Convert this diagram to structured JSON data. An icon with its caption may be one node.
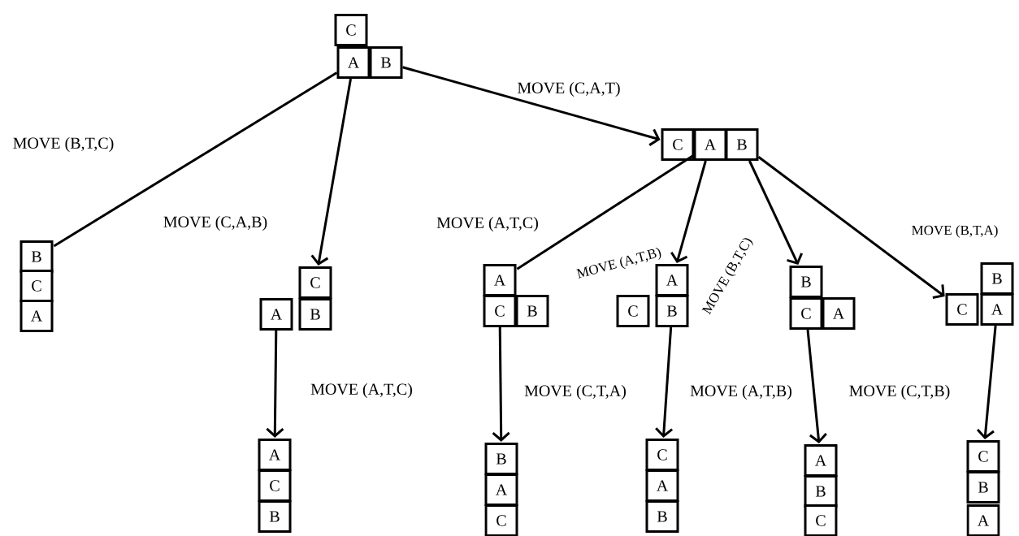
{
  "diagram": {
    "nodes": [
      {
        "text": [
          "C"
        ]
      },
      {
        "text": [
          "A"
        ]
      },
      {
        "text": [
          "B"
        ]
      },
      {
        "text": [
          "B"
        ]
      },
      {
        "text": [
          "C"
        ]
      },
      {
        "text": [
          "A"
        ]
      },
      {
        "text": [
          "C"
        ]
      },
      {
        "text": [
          "A"
        ]
      },
      {
        "text": [
          "B"
        ]
      },
      {
        "text": [
          "C"
        ]
      },
      {
        "text": [
          "A"
        ]
      },
      {
        "text": [
          "B"
        ]
      },
      {
        "text": [
          "A"
        ]
      },
      {
        "text": [
          "C"
        ]
      },
      {
        "text": [
          "B"
        ]
      },
      {
        "text": [
          "A"
        ]
      },
      {
        "text": [
          "C"
        ]
      },
      {
        "text": [
          "B"
        ]
      },
      {
        "text": [
          "B"
        ]
      },
      {
        "text": [
          "C"
        ]
      },
      {
        "text": [
          "A"
        ]
      },
      {
        "text": [
          "B"
        ]
      },
      {
        "text": [
          "C"
        ]
      },
      {
        "text": [
          "A"
        ]
      },
      {
        "text": [
          "A"
        ]
      },
      {
        "text": [
          "C"
        ]
      },
      {
        "text": [
          "B"
        ]
      },
      {
        "text": [
          "B"
        ]
      },
      {
        "text": [
          "A"
        ]
      },
      {
        "text": [
          "C"
        ]
      },
      {
        "text": [
          "C"
        ]
      },
      {
        "text": [
          "A"
        ]
      },
      {
        "text": [
          "B"
        ]
      },
      {
        "text": [
          "A"
        ]
      },
      {
        "text": [
          "B"
        ]
      },
      {
        "text": [
          "C"
        ]
      },
      {
        "text": [
          "C"
        ]
      },
      {
        "text": [
          "B"
        ]
      },
      {
        "text": [
          "A"
        ]
      }
    ],
    "edges": [
      {
        "from": 1,
        "to": 3,
        "arrow": "none",
        "label": "MOVE (B,T,C)"
      },
      {
        "from": 1,
        "to": 6,
        "arrow": "to",
        "label": "MOVE (C,A,B)"
      },
      {
        "from": 2,
        "to": 9,
        "arrow": "to",
        "label": "MOVE (C,A,T)"
      },
      {
        "from": 10,
        "to": 12,
        "arrow": "none",
        "label": "MOVE (A,T,C)"
      },
      {
        "from": 10,
        "to": 15,
        "arrow": "to",
        "label": "MOVE (A,T,B)"
      },
      {
        "from": 11,
        "to": 18,
        "arrow": "to",
        "label": "MOVE (B,T,C)"
      },
      {
        "from": 11,
        "to": 22,
        "arrow": "to",
        "label": "MOVE (B,T,A)"
      },
      {
        "from": 7,
        "to": 24,
        "arrow": "to",
        "label": "MOVE (A,T,C)"
      },
      {
        "from": 13,
        "to": 27,
        "arrow": "to",
        "label": "MOVE (C,T,A)"
      },
      {
        "from": 17,
        "to": 30,
        "arrow": "to",
        "label": "MOVE (A,T,B)"
      },
      {
        "from": 19,
        "to": 33,
        "arrow": "to",
        "label": "MOVE (C,T,B)"
      },
      {
        "from": 23,
        "to": 36,
        "arrow": "to"
      }
    ]
  }
}
